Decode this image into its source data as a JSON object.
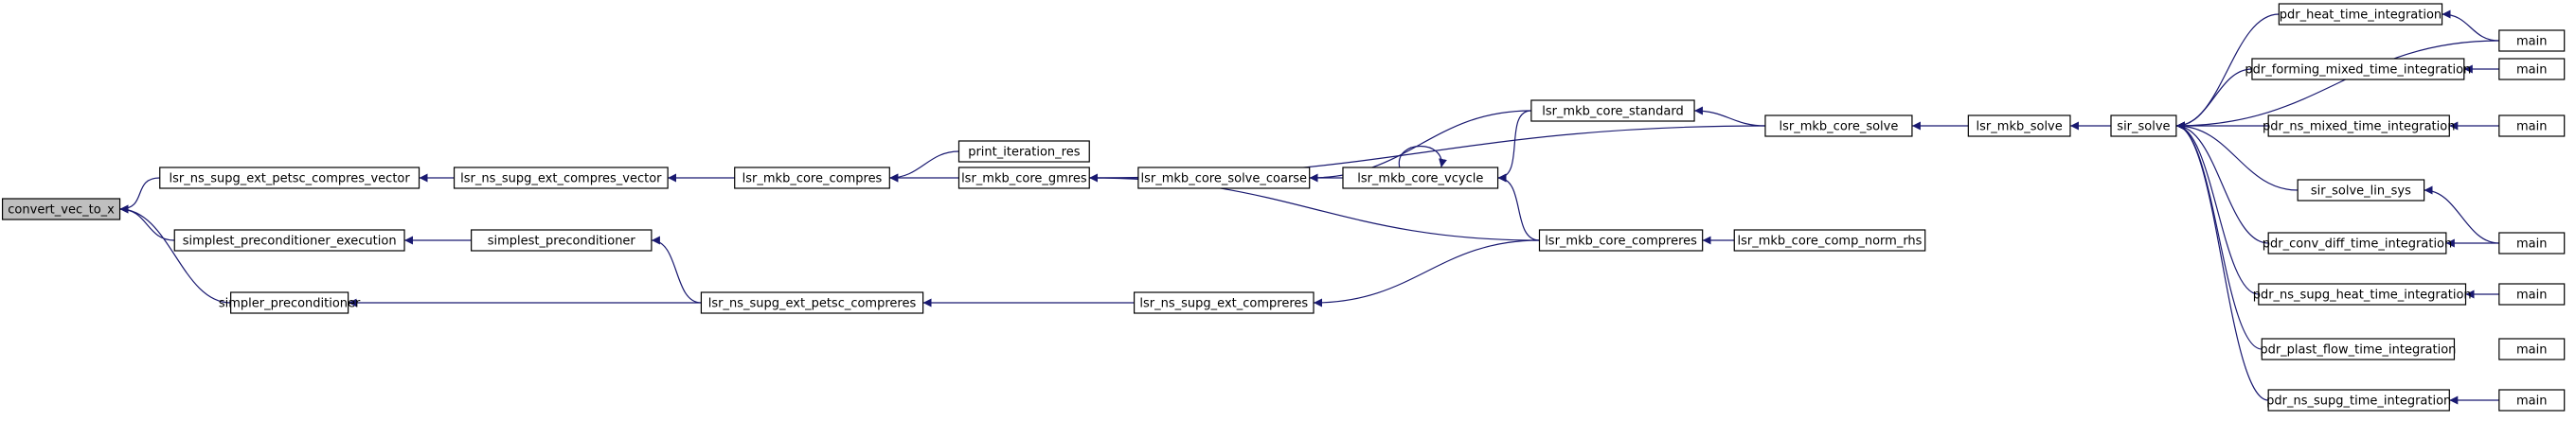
{
  "graph": {
    "root": "convert_vec_to_x",
    "edge_color": "#191970",
    "root_fill": "#bfbfbf",
    "nodes": [
      {
        "id": "convert_vec_to_x",
        "label": "convert_vec_to_x"
      },
      {
        "id": "lsr_ns_supg_ext_petsc_compres_vector",
        "label": "lsr_ns_supg_ext_petsc_compres_vector"
      },
      {
        "id": "simplest_preconditioner_execution",
        "label": "simplest_preconditioner_execution"
      },
      {
        "id": "simpler_preconditioner",
        "label": "simpler_preconditioner"
      },
      {
        "id": "lsr_ns_supg_ext_compres_vector",
        "label": "lsr_ns_supg_ext_compres_vector"
      },
      {
        "id": "simplest_preconditioner",
        "label": "simplest_preconditioner"
      },
      {
        "id": "lsr_ns_supg_ext_petsc_compreres",
        "label": "lsr_ns_supg_ext_petsc_compreres"
      },
      {
        "id": "lsr_mkb_core_compres",
        "label": "lsr_mkb_core_compres"
      },
      {
        "id": "lsr_ns_supg_ext_compreres",
        "label": "lsr_ns_supg_ext_compreres"
      },
      {
        "id": "print_iteration_res",
        "label": "print_iteration_res"
      },
      {
        "id": "lsr_mkb_core_gmres",
        "label": "lsr_mkb_core_gmres"
      },
      {
        "id": "lsr_mkb_core_solve_coarse",
        "label": "lsr_mkb_core_solve_coarse"
      },
      {
        "id": "lsr_mkb_core_vcycle",
        "label": "lsr_mkb_core_vcycle"
      },
      {
        "id": "lsr_mkb_core_standard",
        "label": "lsr_mkb_core_standard"
      },
      {
        "id": "lsr_mkb_core_compreres",
        "label": "lsr_mkb_core_compreres"
      },
      {
        "id": "lsr_mkb_core_solve",
        "label": "lsr_mkb_core_solve"
      },
      {
        "id": "lsr_mkb_core_comp_norm_rhs",
        "label": "lsr_mkb_core_comp_norm_rhs"
      },
      {
        "id": "lsr_mkb_solve",
        "label": "lsr_mkb_solve"
      },
      {
        "id": "sir_solve",
        "label": "sir_solve"
      },
      {
        "id": "pdr_heat_time_integration",
        "label": "pdr_heat_time_integration"
      },
      {
        "id": "pdr_forming_mixed_time_integration",
        "label": "pdr_forming_mixed_time_integration"
      },
      {
        "id": "pdr_ns_mixed_time_integration",
        "label": "pdr_ns_mixed_time_integration"
      },
      {
        "id": "sir_solve_lin_sys",
        "label": "sir_solve_lin_sys"
      },
      {
        "id": "pdr_conv_diff_time_integration",
        "label": "pdr_conv_diff_time_integration"
      },
      {
        "id": "pdr_ns_supg_heat_time_integration",
        "label": "pdr_ns_supg_heat_time_integration"
      },
      {
        "id": "pdr_plast_flow_time_integration",
        "label": "pdr_plast_flow_time_integration"
      },
      {
        "id": "pdr_ns_supg_time_integration",
        "label": "pdr_ns_supg_time_integration"
      },
      {
        "id": "main_1",
        "label": "main"
      },
      {
        "id": "main_2",
        "label": "main"
      },
      {
        "id": "main_3",
        "label": "main"
      },
      {
        "id": "main_4",
        "label": "main"
      },
      {
        "id": "main_5",
        "label": "main"
      },
      {
        "id": "main_6",
        "label": "main"
      },
      {
        "id": "main_7",
        "label": "main"
      }
    ],
    "edges": [
      {
        "from": "lsr_ns_supg_ext_petsc_compres_vector",
        "to": "convert_vec_to_x"
      },
      {
        "from": "simplest_preconditioner_execution",
        "to": "convert_vec_to_x"
      },
      {
        "from": "simpler_preconditioner",
        "to": "convert_vec_to_x"
      },
      {
        "from": "lsr_ns_supg_ext_compres_vector",
        "to": "lsr_ns_supg_ext_petsc_compres_vector"
      },
      {
        "from": "simplest_preconditioner",
        "to": "simplest_preconditioner_execution"
      },
      {
        "from": "lsr_ns_supg_ext_petsc_compreres",
        "to": "simplest_preconditioner"
      },
      {
        "from": "lsr_ns_supg_ext_petsc_compreres",
        "to": "simpler_preconditioner"
      },
      {
        "from": "lsr_mkb_core_compres",
        "to": "lsr_ns_supg_ext_compres_vector"
      },
      {
        "from": "lsr_ns_supg_ext_compreres",
        "to": "lsr_ns_supg_ext_petsc_compreres"
      },
      {
        "from": "print_iteration_res",
        "to": "lsr_mkb_core_compres"
      },
      {
        "from": "lsr_mkb_core_gmres",
        "to": "lsr_mkb_core_compres"
      },
      {
        "from": "lsr_mkb_core_compreres",
        "to": "lsr_ns_supg_ext_compreres"
      },
      {
        "from": "lsr_mkb_core_solve_coarse",
        "to": "lsr_mkb_core_gmres"
      },
      {
        "from": "lsr_mkb_core_solve",
        "to": "lsr_mkb_core_gmres"
      },
      {
        "from": "lsr_mkb_core_compreres",
        "to": "lsr_mkb_core_gmres"
      },
      {
        "from": "lsr_mkb_core_vcycle",
        "to": "lsr_mkb_core_solve_coarse"
      },
      {
        "from": "lsr_mkb_core_standard",
        "to": "lsr_mkb_core_solve_coarse"
      },
      {
        "from": "lsr_mkb_core_vcycle",
        "to": "lsr_mkb_core_vcycle"
      },
      {
        "from": "lsr_mkb_core_standard",
        "to": "lsr_mkb_core_vcycle"
      },
      {
        "from": "lsr_mkb_core_compreres",
        "to": "lsr_mkb_core_vcycle"
      },
      {
        "from": "lsr_mkb_core_solve",
        "to": "lsr_mkb_core_standard"
      },
      {
        "from": "lsr_mkb_core_comp_norm_rhs",
        "to": "lsr_mkb_core_compreres"
      },
      {
        "from": "lsr_mkb_solve",
        "to": "lsr_mkb_core_solve"
      },
      {
        "from": "sir_solve",
        "to": "lsr_mkb_solve"
      },
      {
        "from": "pdr_heat_time_integration",
        "to": "sir_solve"
      },
      {
        "from": "main_1",
        "to": "sir_solve"
      },
      {
        "from": "pdr_forming_mixed_time_integration",
        "to": "sir_solve"
      },
      {
        "from": "pdr_ns_mixed_time_integration",
        "to": "sir_solve"
      },
      {
        "from": "sir_solve_lin_sys",
        "to": "sir_solve"
      },
      {
        "from": "pdr_conv_diff_time_integration",
        "to": "sir_solve"
      },
      {
        "from": "pdr_ns_supg_heat_time_integration",
        "to": "sir_solve"
      },
      {
        "from": "pdr_plast_flow_time_integration",
        "to": "sir_solve"
      },
      {
        "from": "pdr_ns_supg_time_integration",
        "to": "sir_solve"
      },
      {
        "from": "main_1",
        "to": "pdr_heat_time_integration"
      },
      {
        "from": "main_2",
        "to": "pdr_forming_mixed_time_integration"
      },
      {
        "from": "main_3",
        "to": "pdr_ns_mixed_time_integration"
      },
      {
        "from": "main_4",
        "to": "sir_solve_lin_sys"
      },
      {
        "from": "main_4",
        "to": "pdr_conv_diff_time_integration"
      },
      {
        "from": "main_5",
        "to": "pdr_ns_supg_heat_time_integration"
      },
      {
        "from": "main_7",
        "to": "pdr_ns_supg_time_integration"
      }
    ]
  }
}
